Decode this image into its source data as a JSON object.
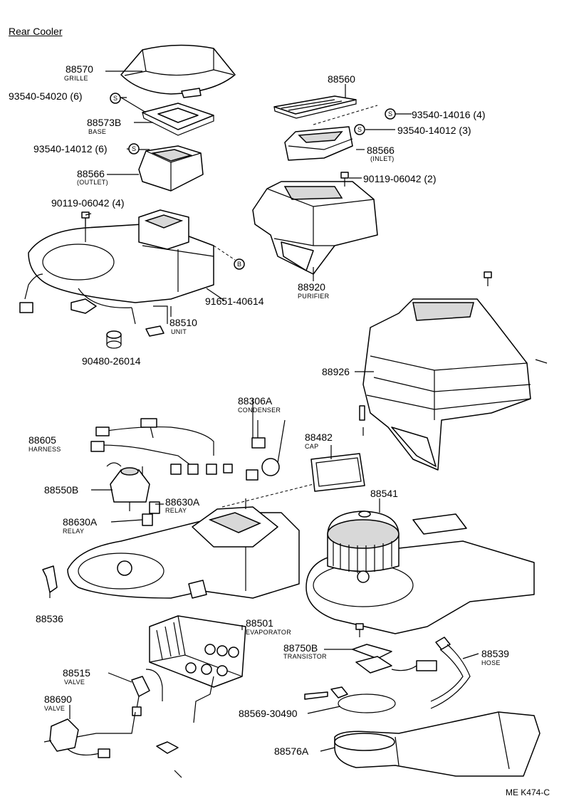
{
  "title": "Rear Cooler",
  "diagram_code": "ME K474-C",
  "symbols": {
    "s": "S",
    "b": "B"
  },
  "labels": {
    "p88570": {
      "num": "88570",
      "name": "GRILLE"
    },
    "p88573b": {
      "num": "88573B",
      "name": "BASE"
    },
    "p88566_outlet": {
      "num": "88566",
      "name": "(OUTLET)"
    },
    "p88560": {
      "num": "88560"
    },
    "p88566_inlet": {
      "num": "88566",
      "name": "(INLET)"
    },
    "p88920": {
      "num": "88920",
      "name": "PURIFIER"
    },
    "p88510": {
      "num": "88510",
      "name": "UNIT"
    },
    "p88926": {
      "num": "88926"
    },
    "p88306a": {
      "num": "88306A",
      "name": "CONDENSER"
    },
    "p88605": {
      "num": "88605",
      "name": "HARNESS"
    },
    "p88482": {
      "num": "88482",
      "name": "CAP"
    },
    "p88550b": {
      "num": "88550B"
    },
    "p88630a_1": {
      "num": "88630A",
      "name": "RELAY"
    },
    "p88630a_2": {
      "num": "88630A",
      "name": "RELAY"
    },
    "p88541": {
      "num": "88541"
    },
    "p88536": {
      "num": "88536"
    },
    "p88501": {
      "num": "88501",
      "name": "EVAPORATOR"
    },
    "p88750b": {
      "num": "88750B",
      "name": "TRANSISTOR"
    },
    "p88539": {
      "num": "88539",
      "name": "HOSE"
    },
    "p88515": {
      "num": "88515",
      "name": "VALVE"
    },
    "p88690": {
      "num": "88690",
      "name": "VALVE"
    },
    "p88569": {
      "num": "88569-30490"
    },
    "p88576a": {
      "num": "88576A"
    },
    "s93540_54020": {
      "num": "93540-54020 (6)"
    },
    "s93540_14012_6": {
      "num": "93540-14012 (6)"
    },
    "s93540_14016": {
      "num": "93540-14016 (4)"
    },
    "s93540_14012_3": {
      "num": "93540-14012 (3)"
    },
    "s90119_06042_2": {
      "num": "90119-06042 (2)"
    },
    "s90119_06042_4": {
      "num": "90119-06042 (4)"
    },
    "s91651_40614": {
      "num": "91651-40614"
    },
    "s90480_26014": {
      "num": "90480-26014"
    }
  }
}
